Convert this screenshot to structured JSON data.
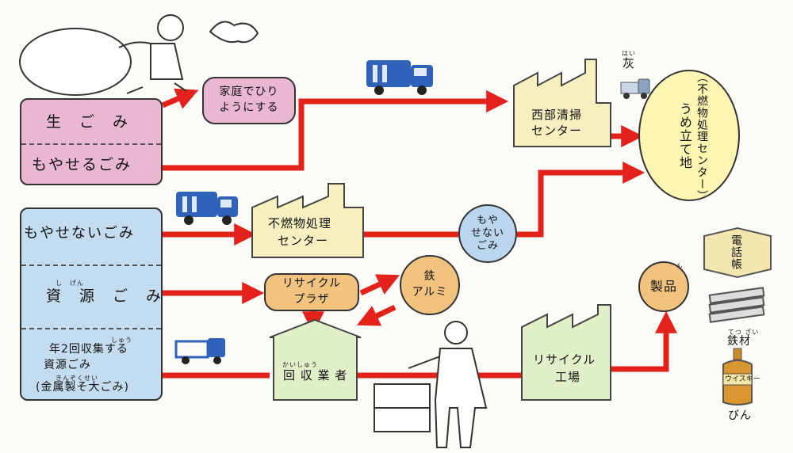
{
  "sources": {
    "nama_gomi": "生　ご　み",
    "moyaseru_gomi": "もやせるごみ",
    "moyasenai_gomi": "もやせないごみ",
    "shigen_gomi": "資　源　ご　み",
    "shigen_furigana": "し　げん",
    "nen2_line1": "年2回収集する",
    "nen2_line2": "資源ごみ",
    "nen2_line3": "(金属製そ大ごみ)",
    "nen2_furigana_shu": "しゅう",
    "nen2_furigana_kinzoku": "きんぞくせい"
  },
  "nodes": {
    "katei": "家庭でひり\nようにする",
    "seibu_line1": "西部清掃",
    "seibu_line2": "センター",
    "funen_line1": "不燃物処理",
    "funen_line2": "センター",
    "moyasenai_circle": "もや\nせない\nごみ",
    "recycle_plaza_line1": "リサイクル",
    "recycle_plaza_line2": "プラザ",
    "tetsu_alumi": "鉄\nアルミ",
    "kaishu_gyosha": "回 収 業 者",
    "kaishu_furigana": "かいしゅう",
    "recycle_kojo_line1": "リサイクル",
    "recycle_kojo_line2": "工場",
    "seihin": "製品",
    "seihin_furigana": "せい ひん",
    "umetate": "うめ立て地",
    "umetate_sub": "（不燃物処理センター）",
    "hai": "灰",
    "hai_furigana": "はい"
  },
  "products": {
    "denwacho": "電話帳",
    "tetsuzai": "鉄材",
    "tetsuzai_furigana": "てつ ざい",
    "bin": "びん",
    "whisky_label": "ウイスキー"
  },
  "colors": {
    "arrow": "#e3231b",
    "pink": "#eab7d3",
    "blue": "#c3dcef",
    "cream": "#f7efbf",
    "orange": "#f2c27f",
    "truck": "#2f62b8"
  }
}
